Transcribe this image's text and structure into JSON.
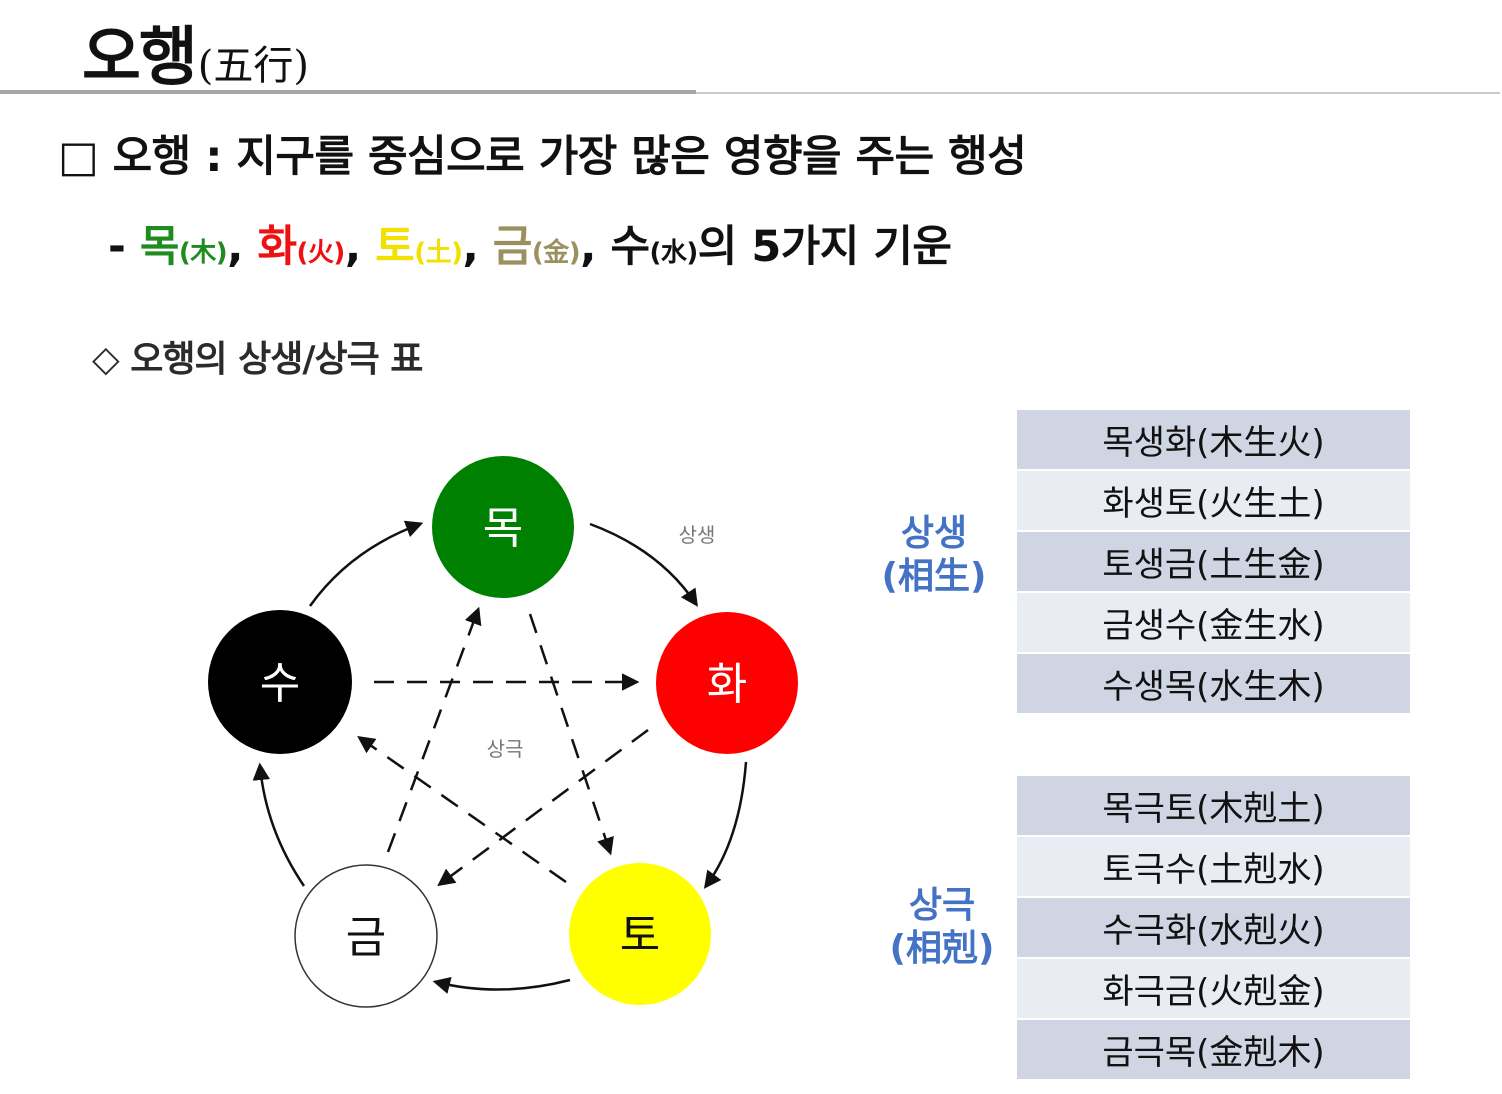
{
  "header": {
    "title": "오행",
    "title_hanja": "(五行)"
  },
  "intro": {
    "definition": "□ 오행 : 지구를 중심으로 가장 많은 영향을 주는 행성",
    "elements_prefix": "- ",
    "elements": [
      {
        "name": "목",
        "hanja": "(木)",
        "color": "#1e8c1e"
      },
      {
        "name": "화",
        "hanja": "(火)",
        "color": "#ee1111"
      },
      {
        "name": "토",
        "hanja": "(土)",
        "color": "#f2e000"
      },
      {
        "name": "금",
        "hanja": "(金)",
        "color": "#9c9060"
      },
      {
        "name": "수",
        "hanja": "(水)",
        "color": "#111111"
      }
    ],
    "separator": ", ",
    "elements_suffix": "의 5가지 기운"
  },
  "section": {
    "subtitle": "◇ 오행의 상생/상극 표"
  },
  "diagram": {
    "nodes": [
      {
        "label": "목",
        "fill": "#008000",
        "text_color": "#ffffff"
      },
      {
        "label": "화",
        "fill": "#ff0000",
        "text_color": "#ffffff"
      },
      {
        "label": "토",
        "fill": "#ffff00",
        "text_color": "#111111"
      },
      {
        "label": "금",
        "fill": "#ffffff",
        "text_color": "#111111"
      },
      {
        "label": "수",
        "fill": "#000000",
        "text_color": "#ffffff"
      }
    ],
    "generating_label": "상생",
    "overcoming_label": "상극"
  },
  "generating": {
    "label_ko": "상생",
    "label_hanja": "(相生)",
    "rows": [
      "목생화(木生火)",
      "화생토(火生土)",
      "토생금(土生金)",
      "금생수(金生水)",
      "수생목(水生木)"
    ]
  },
  "overcoming": {
    "label_ko": "상극",
    "label_hanja": "(相剋)",
    "rows": [
      "목극토(木剋土)",
      "토극수(土剋水)",
      "수극화(水剋火)",
      "화극금(火剋金)",
      "금극목(金剋木)"
    ]
  },
  "colors": {
    "accent_blue": "#4472c4",
    "table_dark": "#cfd5e3",
    "table_light": "#e9ecf3"
  }
}
